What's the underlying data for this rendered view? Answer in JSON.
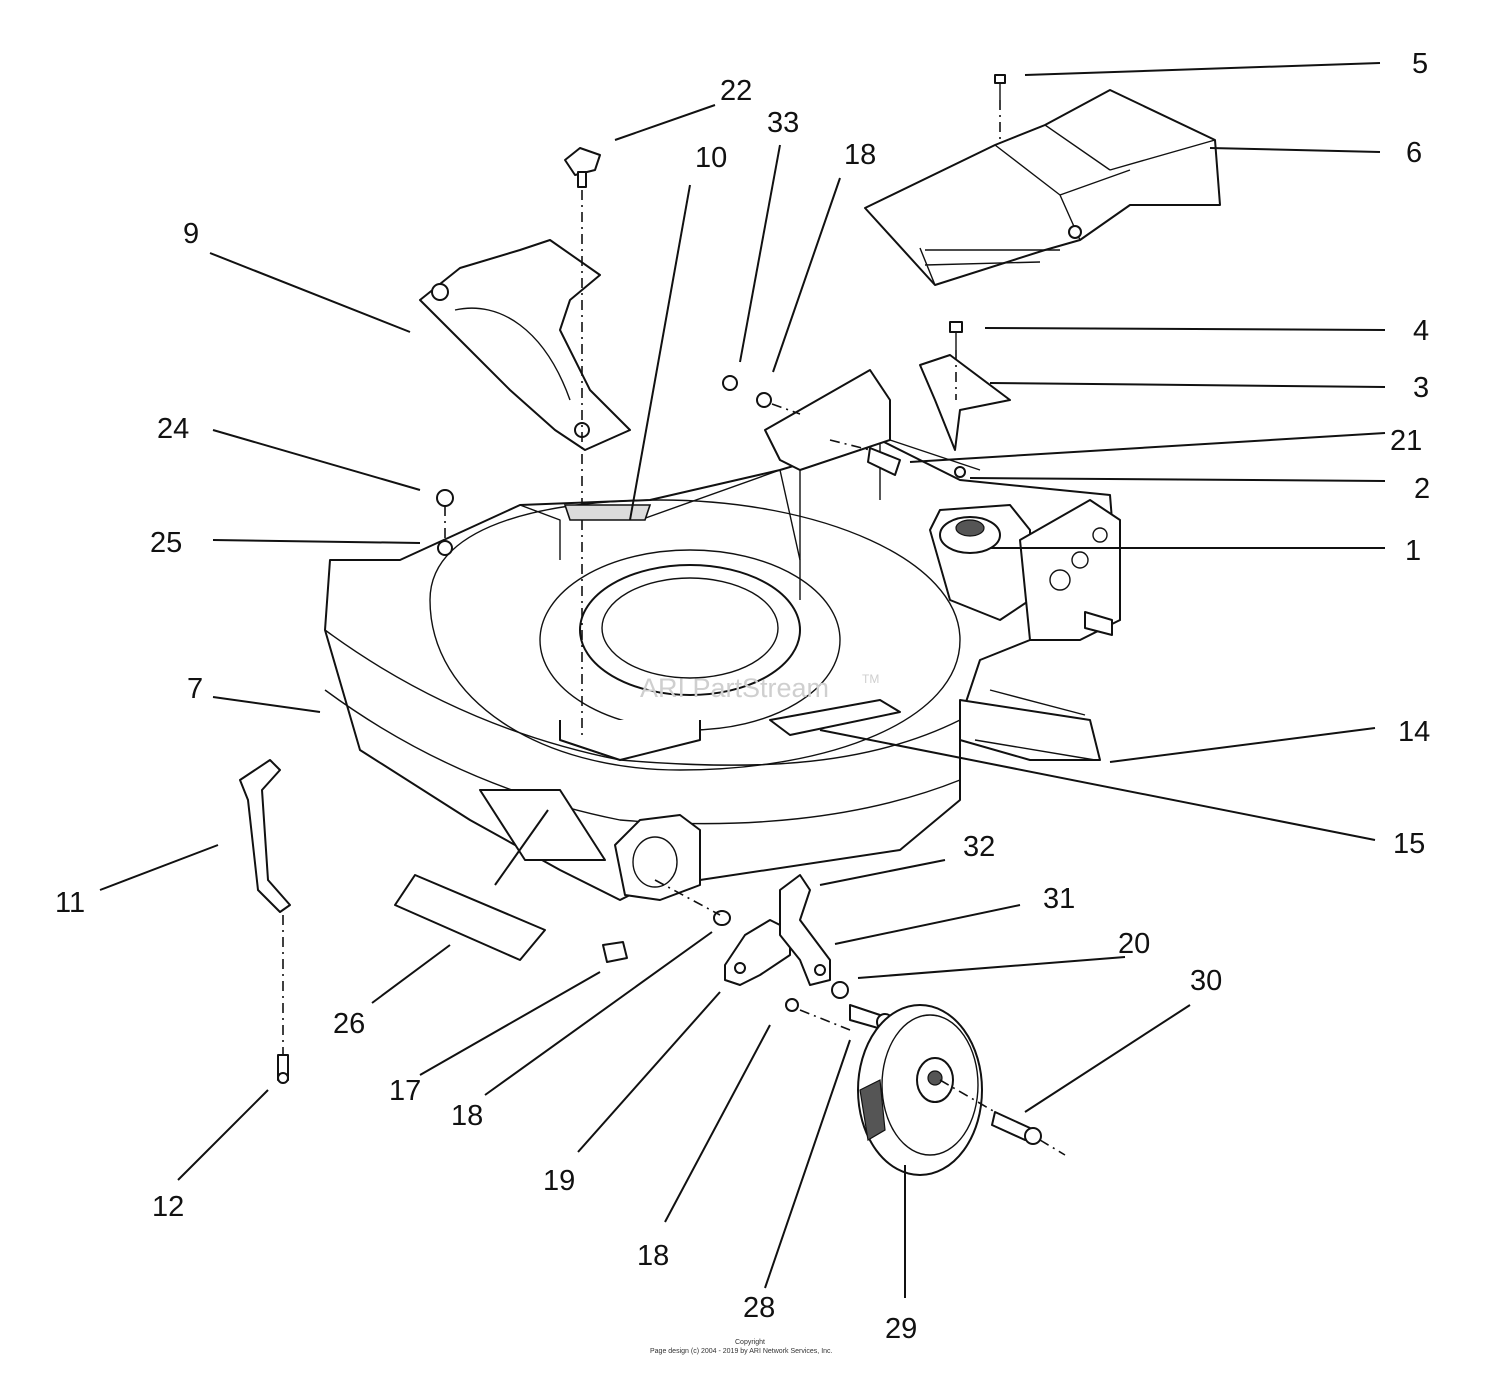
{
  "watermark": {
    "text": "ARI PartStream",
    "tm": "TM"
  },
  "footer": {
    "line1": "Copyright",
    "line2": "Page design (c) 2004 - 2019 by ARI Network Services, Inc."
  },
  "callouts": {
    "c1": "1",
    "c2": "2",
    "c3": "3",
    "c4": "4",
    "c5": "5",
    "c6": "6",
    "c7": "7",
    "c9": "9",
    "c10": "10",
    "c11": "11",
    "c12": "12",
    "c14": "14",
    "c15": "15",
    "c17": "17",
    "c18a": "18",
    "c18b": "18",
    "c18c": "18",
    "c19": "19",
    "c20": "20",
    "c21": "21",
    "c22": "22",
    "c24": "24",
    "c25": "25",
    "c26": "26",
    "c28": "28",
    "c29": "29",
    "c30": "30",
    "c31": "31",
    "c32": "32",
    "c33": "33"
  }
}
